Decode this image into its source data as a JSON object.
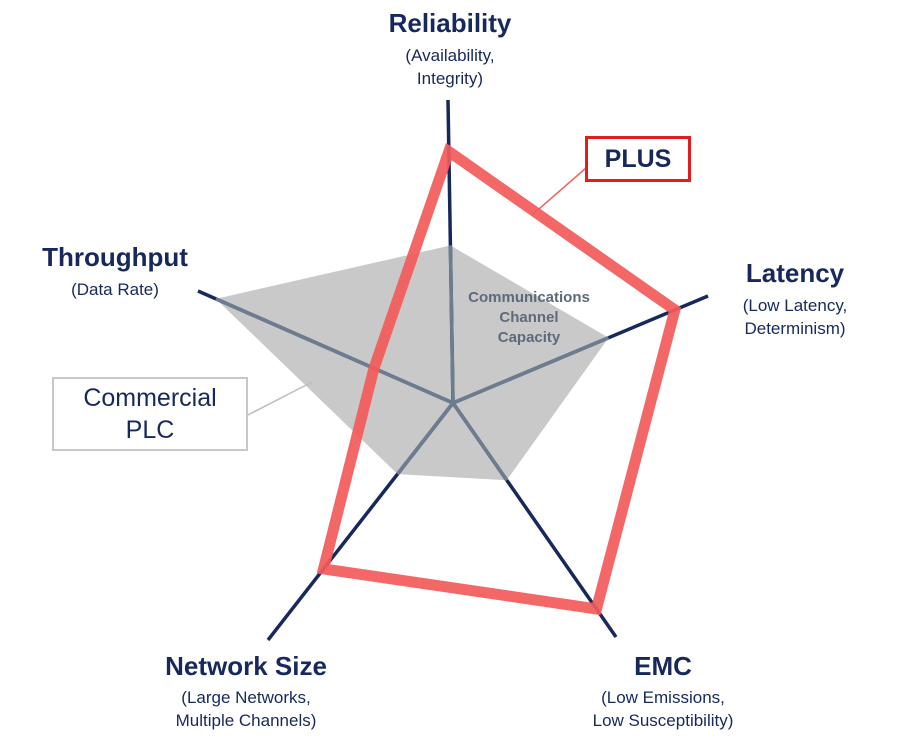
{
  "axes": [
    {
      "key": "reliability",
      "title": "Reliability",
      "subtitle": [
        "(Availability,",
        "Integrity)"
      ]
    },
    {
      "key": "latency",
      "title": "Latency",
      "subtitle": [
        "(Low Latency,",
        "Determinism)"
      ]
    },
    {
      "key": "emc",
      "title": "EMC",
      "subtitle": [
        "(Low Emissions,",
        "Low Susceptibility)"
      ]
    },
    {
      "key": "network_size",
      "title": "Network Size",
      "subtitle": [
        "(Large Networks,",
        "Multiple Channels)"
      ]
    },
    {
      "key": "throughput",
      "title": "Throughput",
      "subtitle": [
        "(Data Rate)"
      ]
    }
  ],
  "center_label": [
    "Communications",
    "Channel",
    "Capacity"
  ],
  "series": [
    {
      "name": "PLUS",
      "label_lines": [
        "PLUS"
      ],
      "color": "#f25a5a",
      "values": [
        0.83,
        0.87,
        0.88,
        0.7,
        0.31
      ]
    },
    {
      "name": "Commercial PLC",
      "label_lines": [
        "Commercial",
        "PLC"
      ],
      "color": "#c4c4c4",
      "values": [
        0.52,
        0.61,
        0.33,
        0.3,
        0.93
      ]
    }
  ],
  "colors": {
    "axis_line": "#17285c",
    "axis_text": "#17285c",
    "center_text": "#5d6a7c",
    "plus_border": "#e11e1e",
    "plc_border": "#c8c8c8"
  }
}
